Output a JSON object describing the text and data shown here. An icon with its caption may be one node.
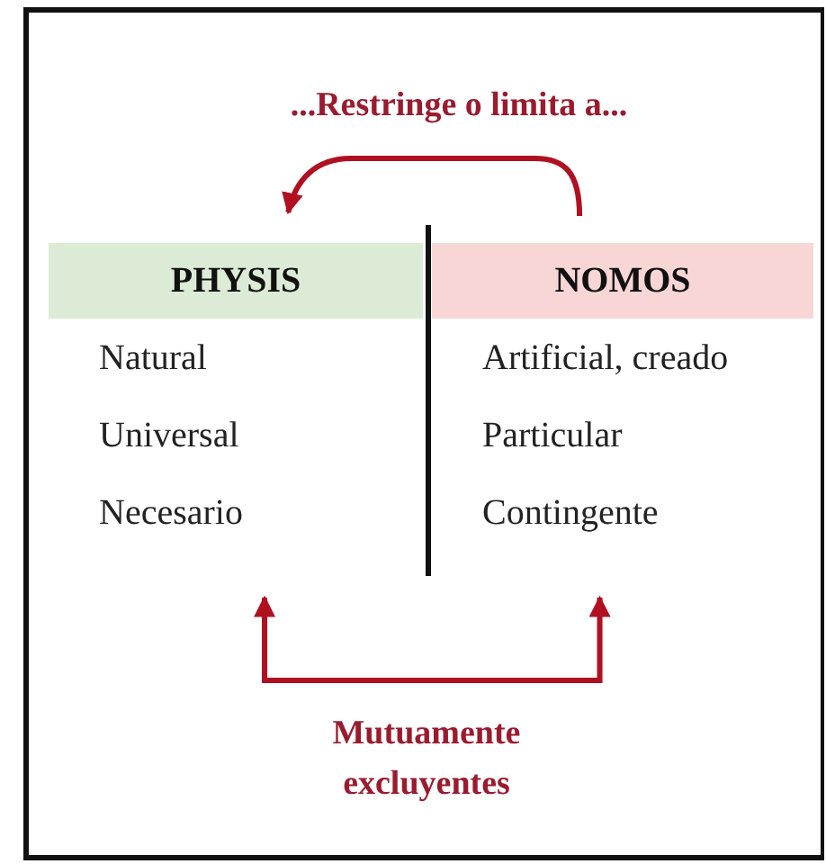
{
  "diagram": {
    "nodes": [
      {
        "text": [
          "PHYSIS",
          "Natural",
          "Universal",
          "Necesario"
        ]
      },
      {
        "text": [
          "NOMOS",
          "Artificial, creado",
          "Particular",
          "Contingente"
        ]
      }
    ],
    "edges": [
      {
        "from": 1,
        "to": 0,
        "arrow": "to",
        "label": "...Restringe o limita a..."
      },
      {
        "from": 0,
        "to": 1,
        "arrow": "both",
        "label": "Mutuamente excluyentes"
      }
    ]
  }
}
